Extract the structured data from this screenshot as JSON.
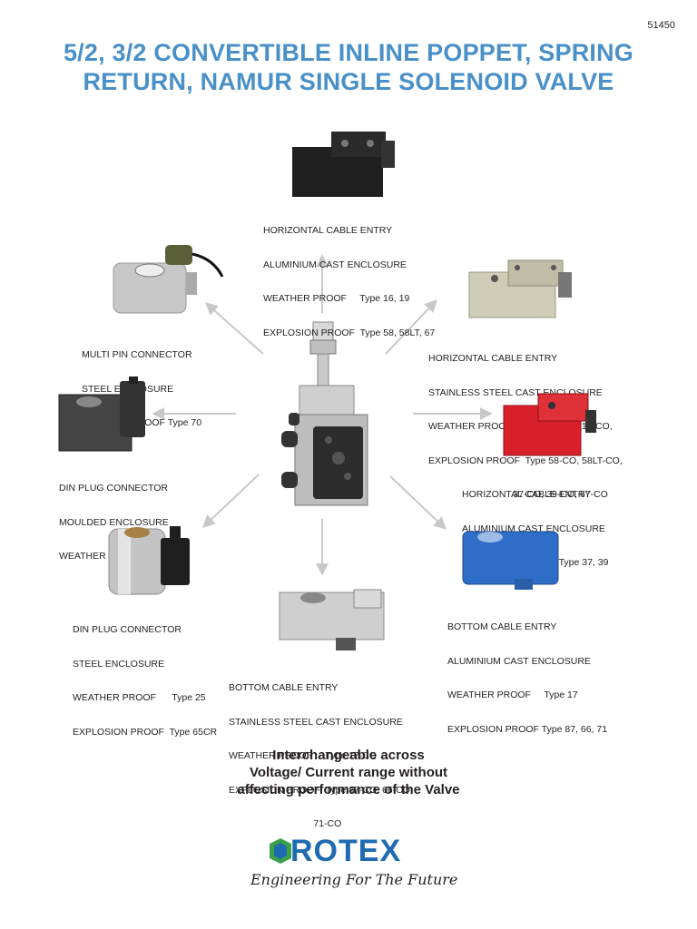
{
  "doc_number": "51450",
  "title_lines": [
    "5/2, 3/2 CONVERTIBLE INLINE POPPET, SPRING",
    "RETURN, NAMUR SINGLE SOLENOID VALVE"
  ],
  "variants": {
    "top": [
      "HORIZONTAL CABLE ENTRY",
      "ALUMINIUM CAST ENCLOSURE",
      "WEATHER PROOF     Type 16, 19",
      "EXPLOSION PROOF  Type 58, 58LT, 67"
    ],
    "multi_pin": [
      "MULTI PIN CONNECTOR",
      "STEEL ENCLOSURE",
      "WEATHER PROOF Type 70"
    ],
    "ss_horizontal": [
      "HORIZONTAL CABLE ENTRY",
      "STAINLESS STEEL CAST ENCLOSURE",
      "WEATHER PROOF     Type 16-CO, 19-CO,",
      "EXPLOSION PROOF  Type 58-CO, 58LT-CO,",
      "                                37-CO, 39-CO, 67-CO"
    ],
    "din_moulded": [
      "DIN PLUG CONNECTOR",
      "MOULDED ENCLOSURE",
      "WEATHER PROOF Type 22"
    ],
    "red_horizontal": [
      "HORIZONTAL CABLE ENTRY",
      "ALUMINIUM CAST ENCLOSURE",
      "EXPLOSION PROOF  Type 37, 39"
    ],
    "din_steel": [
      "DIN PLUG CONNECTOR",
      "STEEL ENCLOSURE",
      "WEATHER PROOF      Type 25",
      "EXPLOSION PROOF  Type 65CR"
    ],
    "blue_bottom": [
      "BOTTOM CABLE ENTRY",
      "ALUMINIUM CAST ENCLOSURE",
      "WEATHER PROOF     Type 17",
      "EXPLOSION PROOF Type 87, 66, 71"
    ],
    "ss_bottom": [
      "BOTTOM CABLE ENTRY",
      "STAINLESS STEEL CAST ENCLOSURE",
      "WEATHER PROOF     Type 17-CO",
      "EXPLOSION PROOF  Type 87-CO, 66-CO,",
      "                                71-CO"
    ]
  },
  "tagline_lines": [
    "Interchangeable across",
    "Voltage/ Current range without",
    "affecting performance of the Valve"
  ],
  "logo": {
    "brand": "ROTEX",
    "slogan": "Engineering For The Future",
    "brand_color": "#1f6bb0",
    "accent_color": "#3aa04a"
  },
  "colors": {
    "title": "#4a90c8",
    "arrow": "#c8c8c8",
    "red_coil": "#d9202a",
    "blue_coil": "#2f6ec8"
  }
}
